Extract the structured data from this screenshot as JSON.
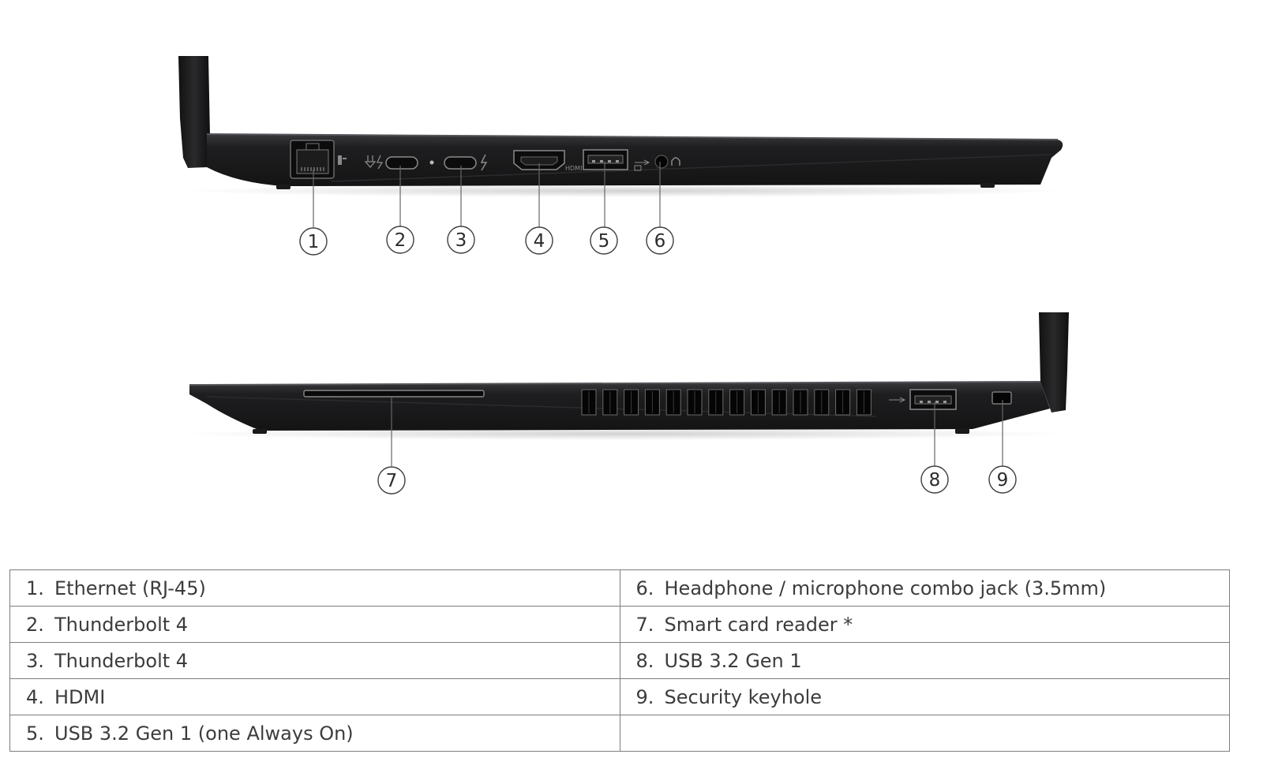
{
  "callouts": [
    "1",
    "2",
    "3",
    "4",
    "5",
    "6",
    "7",
    "8",
    "9"
  ],
  "port_labels": {
    "hdmi": "HDMI"
  },
  "legend": [
    {
      "num": "1.",
      "label": "Ethernet (RJ-45)"
    },
    {
      "num": "2.",
      "label": "Thunderbolt 4"
    },
    {
      "num": "3.",
      "label": "Thunderbolt 4"
    },
    {
      "num": "4.",
      "label": "HDMI"
    },
    {
      "num": "5.",
      "label": "USB 3.2 Gen 1 (one Always On)"
    },
    {
      "num": "6.",
      "label": "Headphone / microphone combo jack (3.5mm)"
    },
    {
      "num": "7.",
      "label": "Smart card reader *"
    },
    {
      "num": "8.",
      "label": "USB 3.2 Gen 1"
    },
    {
      "num": "9.",
      "label": "Security keyhole"
    },
    {
      "num": "",
      "label": ""
    }
  ],
  "colors": {
    "chassis": "#1d1d1f",
    "chassis_edge": "#3b3b3e",
    "table_border": "#7d7d7d",
    "text": "#3c3c3c"
  }
}
